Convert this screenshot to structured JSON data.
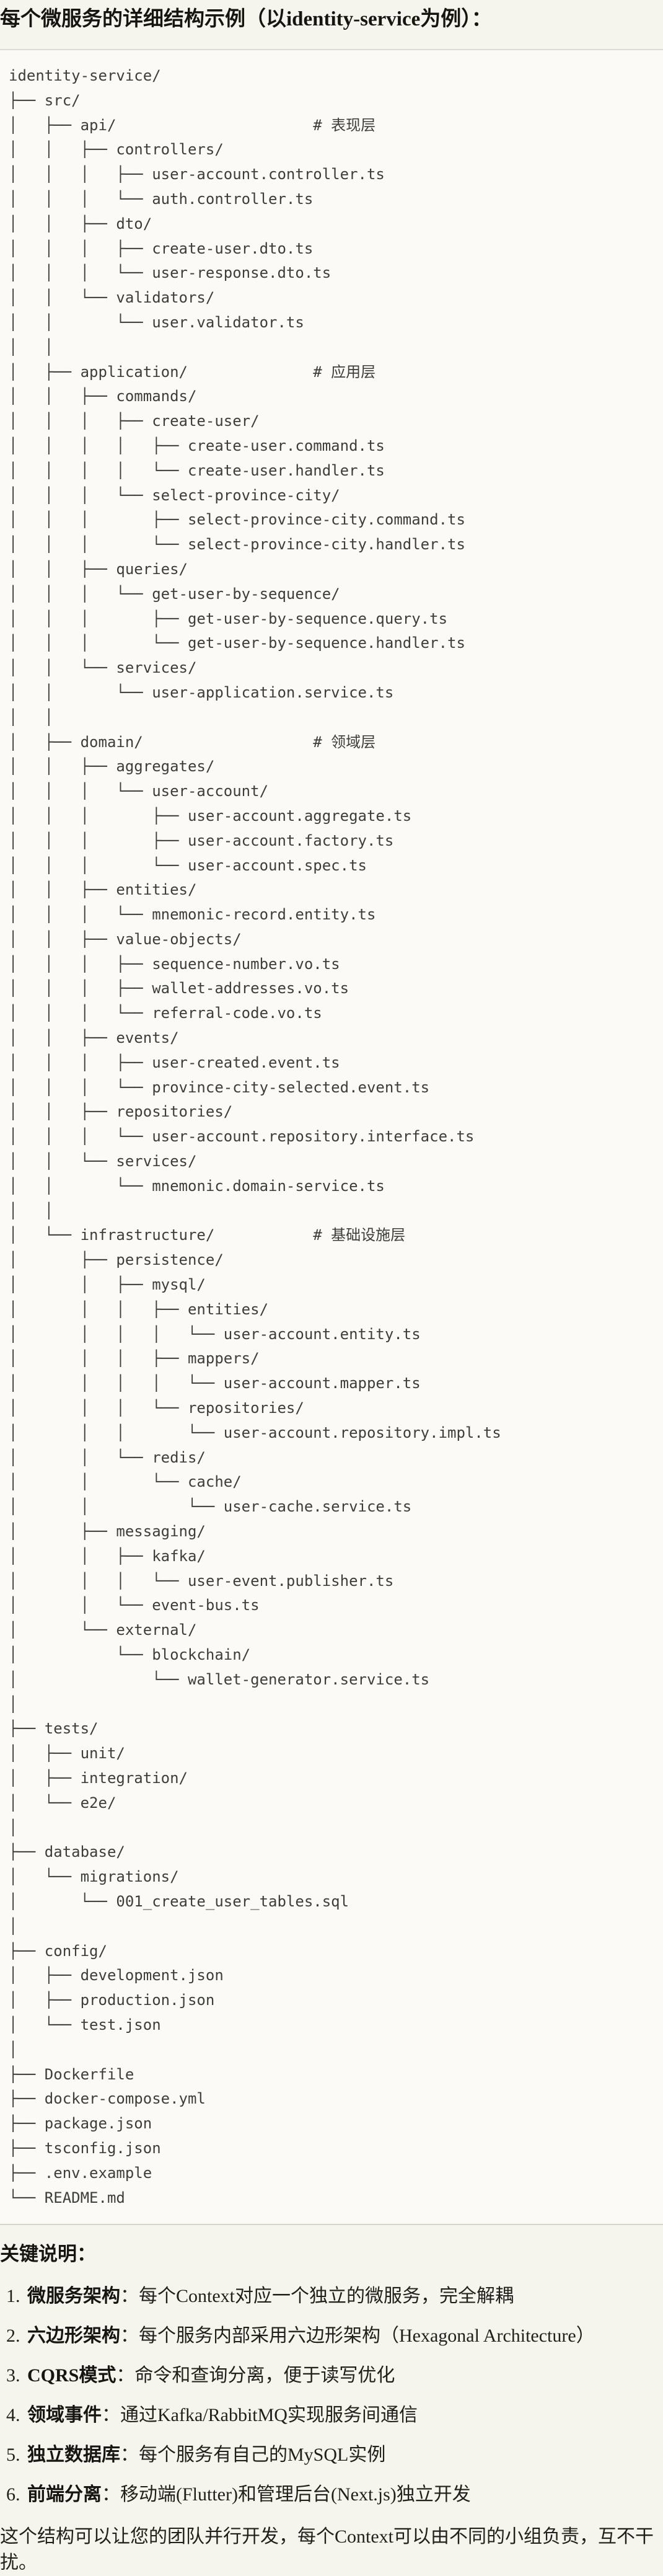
{
  "title": "每个微服务的详细结构示例（以identity-service为例）：",
  "tree": {
    "lines": [
      "identity-service/",
      "├── src/",
      "│   ├── api/                      # 表现层",
      "│   │   ├── controllers/",
      "│   │   │   ├── user-account.controller.ts",
      "│   │   │   └── auth.controller.ts",
      "│   │   ├── dto/",
      "│   │   │   ├── create-user.dto.ts",
      "│   │   │   └── user-response.dto.ts",
      "│   │   └── validators/",
      "│   │       └── user.validator.ts",
      "│   │",
      "│   ├── application/              # 应用层",
      "│   │   ├── commands/",
      "│   │   │   ├── create-user/",
      "│   │   │   │   ├── create-user.command.ts",
      "│   │   │   │   └── create-user.handler.ts",
      "│   │   │   └── select-province-city/",
      "│   │   │       ├── select-province-city.command.ts",
      "│   │   │       └── select-province-city.handler.ts",
      "│   │   ├── queries/",
      "│   │   │   └── get-user-by-sequence/",
      "│   │   │       ├── get-user-by-sequence.query.ts",
      "│   │   │       └── get-user-by-sequence.handler.ts",
      "│   │   └── services/",
      "│   │       └── user-application.service.ts",
      "│   │",
      "│   ├── domain/                   # 领域层",
      "│   │   ├── aggregates/",
      "│   │   │   └── user-account/",
      "│   │   │       ├── user-account.aggregate.ts",
      "│   │   │       ├── user-account.factory.ts",
      "│   │   │       └── user-account.spec.ts",
      "│   │   ├── entities/",
      "│   │   │   └── mnemonic-record.entity.ts",
      "│   │   ├── value-objects/",
      "│   │   │   ├── sequence-number.vo.ts",
      "│   │   │   ├── wallet-addresses.vo.ts",
      "│   │   │   └── referral-code.vo.ts",
      "│   │   ├── events/",
      "│   │   │   ├── user-created.event.ts",
      "│   │   │   └── province-city-selected.event.ts",
      "│   │   ├── repositories/",
      "│   │   │   └── user-account.repository.interface.ts",
      "│   │   └── services/",
      "│   │       └── mnemonic.domain-service.ts",
      "│   │",
      "│   └── infrastructure/           # 基础设施层",
      "│       ├── persistence/",
      "│       │   ├── mysql/",
      "│       │   │   ├── entities/",
      "│       │   │   │   └── user-account.entity.ts",
      "│       │   │   ├── mappers/",
      "│       │   │   │   └── user-account.mapper.ts",
      "│       │   │   └── repositories/",
      "│       │   │       └── user-account.repository.impl.ts",
      "│       │   └── redis/",
      "│       │       └── cache/",
      "│       │           └── user-cache.service.ts",
      "│       ├── messaging/",
      "│       │   ├── kafka/",
      "│       │   │   └── user-event.publisher.ts",
      "│       │   └── event-bus.ts",
      "│       └── external/",
      "│           └── blockchain/",
      "│               └── wallet-generator.service.ts",
      "│",
      "├── tests/",
      "│   ├── unit/",
      "│   ├── integration/",
      "│   └── e2e/",
      "│",
      "├── database/",
      "│   └── migrations/",
      "│       └── 001_create_user_tables.sql",
      "│",
      "├── config/",
      "│   ├── development.json",
      "│   ├── production.json",
      "│   └── test.json",
      "│",
      "├── Dockerfile",
      "├── docker-compose.yml",
      "├── package.json",
      "├── tsconfig.json",
      "├── .env.example",
      "└── README.md"
    ]
  },
  "notes": {
    "heading": "关键说明：",
    "items": [
      {
        "num": "1.",
        "label": "微服务架构",
        "text": "：每个Context对应一个独立的微服务，完全解耦"
      },
      {
        "num": "2.",
        "label": "六边形架构",
        "text": "：每个服务内部采用六边形架构（Hexagonal Architecture）"
      },
      {
        "num": "3.",
        "label": "CQRS模式",
        "text": "：命令和查询分离，便于读写优化"
      },
      {
        "num": "4.",
        "label": "领域事件",
        "text": "：通过Kafka/RabbitMQ实现服务间通信"
      },
      {
        "num": "5.",
        "label": "独立数据库",
        "text": "：每个服务有自己的MySQL实例"
      },
      {
        "num": "6.",
        "label": "前端分离",
        "text": "：移动端(Flutter)和管理后台(Next.js)独立开发"
      }
    ],
    "footer": "这个结构可以让您的团队并行开发，每个Context可以由不同的小组负责，互不干扰。"
  }
}
